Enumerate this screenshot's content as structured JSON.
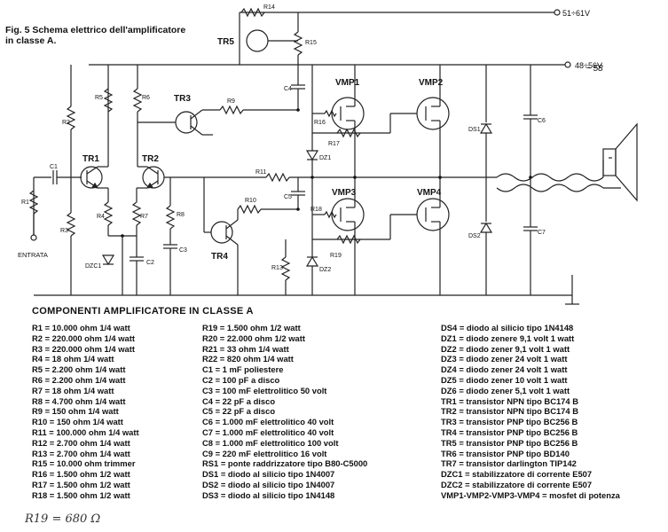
{
  "figure": {
    "caption": "Fig. 5  Schema elettrico dell'amplificatore\nin classe A."
  },
  "supply": {
    "top_rail": "51÷61V",
    "second_rail": "48÷56V"
  },
  "labels": {
    "R14": "R14",
    "R15": "R15",
    "TR5": "TR5",
    "R5": "R5",
    "R6": "R6",
    "TR3": "TR3",
    "R9": "R9",
    "C4": "C4",
    "VMP1": "VMP1",
    "VMP2": "VMP2",
    "R16": "R16",
    "R17": "R17",
    "DS1": "DS1",
    "C6": "C6",
    "R2": "R2",
    "TR1": "TR1",
    "TR2": "TR2",
    "C1": "C1",
    "R11": "R11",
    "DZ1": "DZ1",
    "R1": "R1",
    "R3": "R3",
    "R4": "R4",
    "R7": "R7",
    "R8": "R8",
    "C3": "C3",
    "C2": "C2",
    "DZC1": "DZC1",
    "ENTRATA": "ENTRATA",
    "TR4": "TR4",
    "R10": "R10",
    "C5": "C5",
    "VMP3": "VMP3",
    "VMP4": "VMP4",
    "R18": "R18",
    "R19": "R19",
    "R13": "R13",
    "DZ2": "DZ2",
    "DS2": "DS2",
    "C7": "C7"
  },
  "parts_list": {
    "title": "COMPONENTI AMPLIFICATORE IN CLASSE A",
    "column1": [
      "R1 = 10.000 ohm 1/4 watt",
      "R2 = 220.000 ohm 1/4 watt",
      "R3 = 220.000 ohm 1/4 watt",
      "R4 = 18 ohm 1/4 watt",
      "R5 = 2.200 ohm 1/4 watt",
      "R6 = 2.200 ohm 1/4 watt",
      "R7 = 18 ohm 1/4 watt",
      "R8 = 4.700 ohm 1/4 watt",
      "R9 = 150 ohm 1/4 watt",
      "R10 = 150 ohm 1/4 watt",
      "R11 = 100.000 ohm 1/4 watt",
      "R12 = 2.700 ohm 1/4 watt",
      "R13 = 2.700 ohm 1/4 watt",
      "R15 = 10.000 ohm trimmer",
      "R16 = 1.500 ohm 1/2 watt",
      "R17 = 1.500 ohm 1/2 watt",
      "R18 = 1.500 ohm 1/2 watt"
    ],
    "column2": [
      "R19 = 1.500 ohm 1/2 watt",
      "R20 = 22.000 ohm 1/2 watt",
      "R21 = 33 ohm 1/4 watt",
      "R22 = 820 ohm 1/4 watt",
      "C1 = 1 mF poliestere",
      "C2 = 100 pF a disco",
      "C3 = 100 mF elettrolitico 50 volt",
      "C4 = 22 pF a disco",
      "C5 = 22 pF a disco",
      "C6 = 1.000 mF elettrolitico 40 volt",
      "C7 = 1.000 mF elettrolitico 40 volt",
      "C8 = 1.000 mF elettrolitico 100 volt",
      "C9 = 220 mF elettrolitico 16 volt",
      "RS1 = ponte raddrizzatore tipo B80-C5000",
      "DS1 = diodo al silicio tipo 1N4007",
      "DS2 = diodo al silicio tipo 1N4007",
      "DS3 = diodo al silicio tipo 1N4148"
    ],
    "column3": [
      "DS4 = diodo al silicio tipo 1N4148",
      "DZ1 = diodo zenere 9,1 volt 1 watt",
      "DZ2 = diodo zener 9,1 volt 1 watt",
      "DZ3 = diodo zener 24 volt 1 watt",
      "DZ4 = diodo zener 24 volt 1 watt",
      "DZ5 = diodo zener 10 volt 1 watt",
      "DZ6 = diodo zener 5,1 volt 1 watt",
      "TR1 = transistor NPN tipo BC174 B",
      "TR2 = transistor NPN tipo BC174 B",
      "TR3 = transistor PNP tipo BC256 B",
      "TR4 = transistor PNP tipo BC256 B",
      "TR5 = transistor PNP tipo BC256 B",
      "TR6 = transistor PNP tipo BD140",
      "TR7 = transistor darlington TIP142",
      "DZC1 = stabilizzatore di corrente E507",
      "DZC2 = stabilizzatore di corrente E507",
      "VMP1-VMP2-VMP3-VMP4 = mosfet di potenza"
    ]
  },
  "handwritten_note": "R19 = 680 Ω"
}
